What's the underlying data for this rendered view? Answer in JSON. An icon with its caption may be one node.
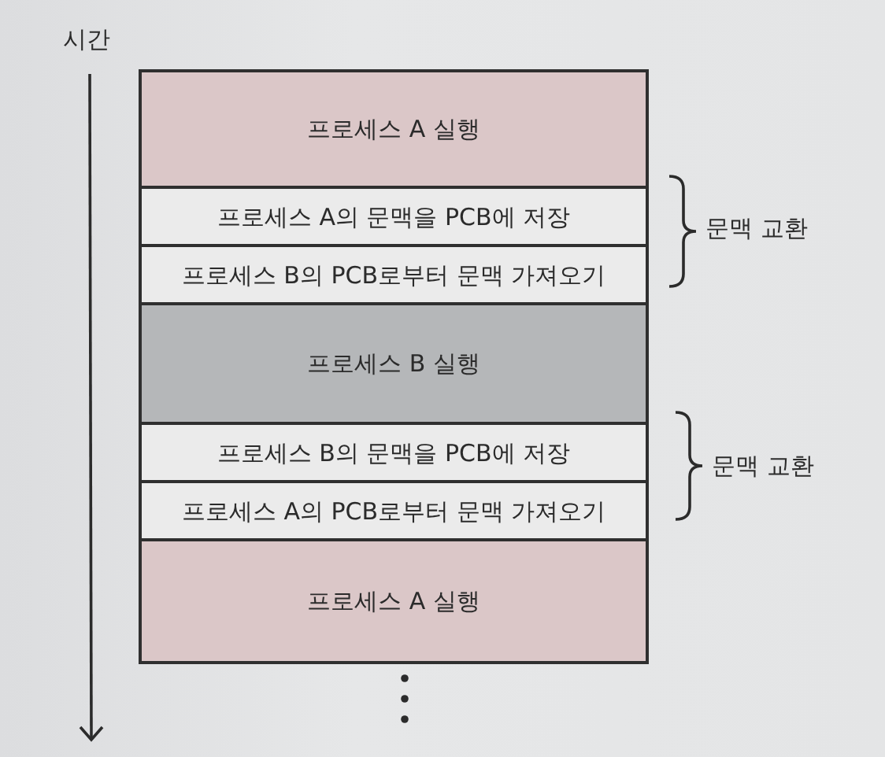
{
  "diagram": {
    "nodes": [
      {
        "text": [
          "프로세스 A 실행"
        ]
      },
      {
        "text": [
          "프로세스 A의 문맥을 PCB에 저장"
        ]
      },
      {
        "text": [
          "프로세스 B의 PCB로부터 문맥 가져오기"
        ]
      },
      {
        "text": [
          "프로세스 B 실행"
        ]
      },
      {
        "text": [
          "프로세스 B의 문맥을 PCB에 저장"
        ]
      },
      {
        "text": [
          "프로세스 A의 PCB로부터 문맥 가져오기"
        ]
      },
      {
        "text": [
          "프로세스 A 실행"
        ]
      }
    ],
    "labels": [
      "시간",
      "문맥 교환",
      "문맥 교환"
    ]
  }
}
